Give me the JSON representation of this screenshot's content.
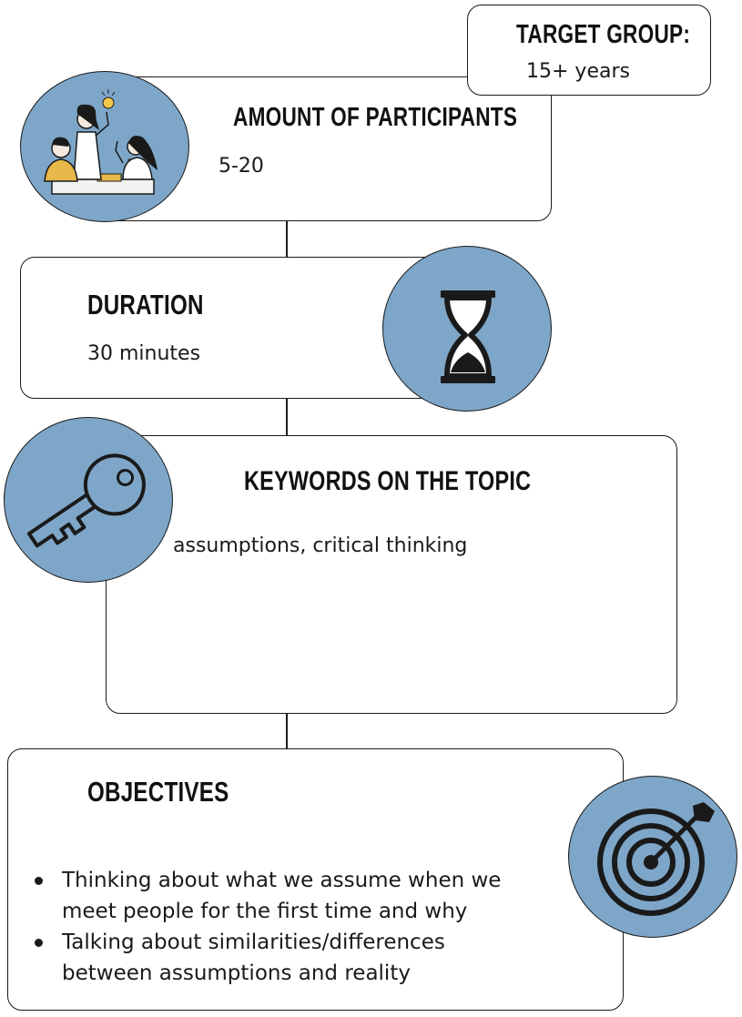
{
  "target_group": {
    "heading": "Target group:",
    "value": "15+ years"
  },
  "participants": {
    "heading": "Amount of participants",
    "value": "5-20",
    "icon": "people-collaborating-illustration"
  },
  "duration": {
    "heading": "Duration",
    "value": "30 minutes",
    "icon": "hourglass-icon"
  },
  "keywords": {
    "heading": "Keywords on the topic",
    "value": "assumptions, critical thinking",
    "icon": "key-icon"
  },
  "objectives": {
    "heading": "Objectives",
    "icon": "target-icon",
    "items": [
      {
        "line1": "Thinking about what we assume when we",
        "line2": "meet people for the first time and why"
      },
      {
        "line1": "Talking about similarities/differences",
        "line2": "between assumptions and reality"
      }
    ]
  },
  "colors": {
    "circle_fill": "#7ea6c8",
    "stroke": "#1a1a1a",
    "background": "#ffffff"
  }
}
